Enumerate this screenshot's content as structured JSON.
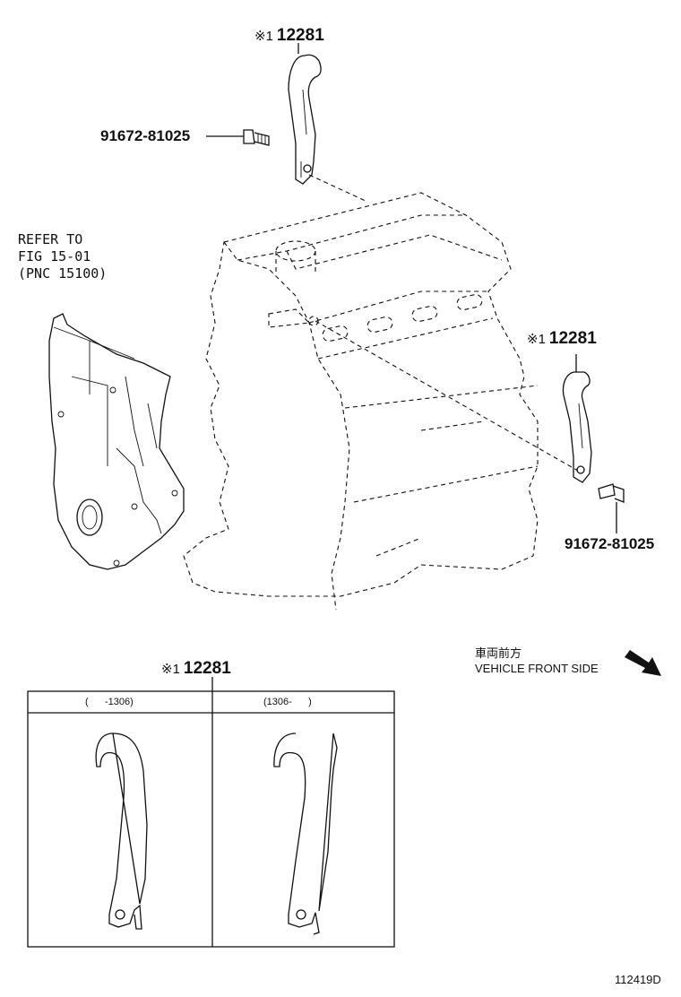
{
  "callouts": {
    "top_bracket": {
      "mark": "※1",
      "number": "12281"
    },
    "right_bracket": {
      "mark": "※1",
      "number": "12281"
    },
    "bottom_table": {
      "mark": "※1",
      "number": "12281"
    },
    "bolt_top": "91672-81025",
    "bolt_right": "91672-81025"
  },
  "refer": {
    "line1": "REFER TO",
    "line2": "FIG 15-01",
    "line3": "(PNC 15100)"
  },
  "direction": {
    "japanese": "車両前方",
    "english": "VEHICLE FRONT SIDE"
  },
  "table": {
    "col1_header": "(      -1306)",
    "col2_header": "(1306-      )"
  },
  "figure_id": "112419D"
}
